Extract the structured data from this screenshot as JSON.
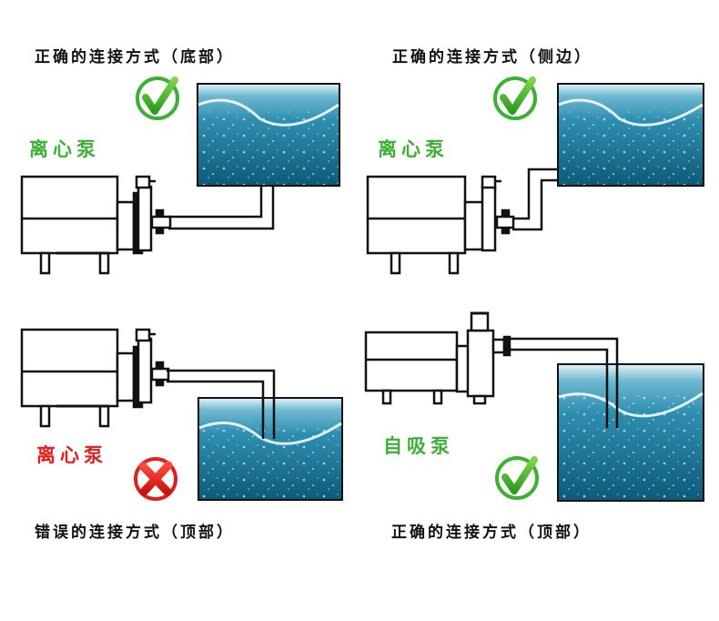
{
  "colors": {
    "correct": "#3cb034",
    "wrong": "#e0201c",
    "text": "#111111",
    "water_dark": "#0d5a78",
    "water_light": "#3fa7c7"
  },
  "panels": [
    {
      "caption": "正确的连接方式（底部）",
      "pump_label": "离心泵",
      "verdict": "correct",
      "verdict_icon": "check-icon"
    },
    {
      "caption": "正确的连接方式（侧边）",
      "pump_label": "离心泵",
      "verdict": "correct",
      "verdict_icon": "check-icon"
    },
    {
      "caption": "错误的连接方式（顶部）",
      "pump_label": "离心泵",
      "verdict": "wrong",
      "verdict_icon": "cross-icon"
    },
    {
      "caption": "正确的连接方式（顶部）",
      "pump_label": "自吸泵",
      "verdict": "correct",
      "verdict_icon": "check-icon"
    }
  ]
}
